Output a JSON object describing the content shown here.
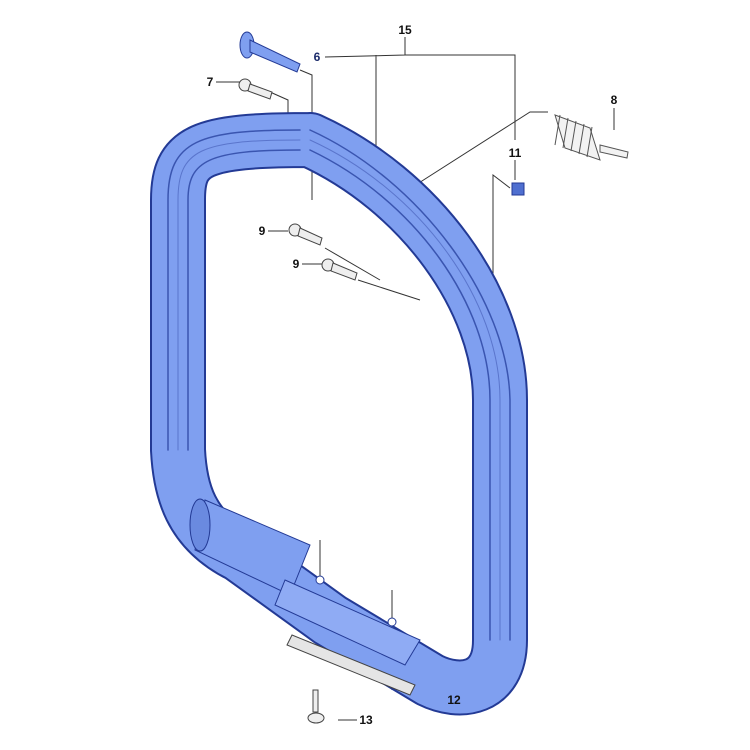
{
  "diagram": {
    "colors": {
      "part_fill": "#7f9ff0",
      "part_stroke": "#233a95",
      "leader": "#333333",
      "hardware": "#f2f2f2"
    },
    "callouts": [
      {
        "id": "15",
        "part": "handle-assembly"
      },
      {
        "id": "6",
        "part": "pin"
      },
      {
        "id": "7",
        "part": "screw"
      },
      {
        "id": "8",
        "part": "spring-damper"
      },
      {
        "id": "11",
        "part": "nut"
      },
      {
        "id": "9",
        "part": "screw-upper"
      },
      {
        "id": "9",
        "part": "screw-lower"
      },
      {
        "id": "12",
        "part": "plate"
      },
      {
        "id": "13",
        "part": "screw-bottom"
      }
    ]
  }
}
